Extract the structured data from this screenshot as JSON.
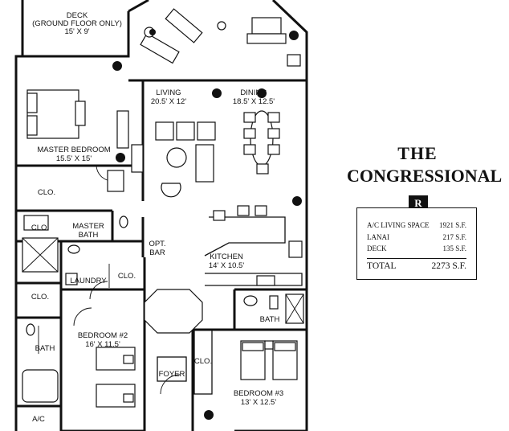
{
  "title_line1": "THE",
  "title_line2": "CONGRESSIONAL",
  "logo_letter": "R",
  "areas": [
    {
      "label": "A/C LIVING SPACE",
      "value": "1921 S.F."
    },
    {
      "label": "LANAI",
      "value": "217 S.F."
    },
    {
      "label": "DECK",
      "value": "135 S.F."
    }
  ],
  "total": {
    "label": "TOTAL",
    "value": "2273 S.F."
  },
  "rooms": {
    "deck": {
      "name": "DECK",
      "note": "(GROUND FLOOR ONLY)",
      "dims": "15' X 9'"
    },
    "living": {
      "name": "LIVING",
      "dims": "20.5' X 12'"
    },
    "dining": {
      "name": "DINING",
      "dims": "18.5' X 12.5'"
    },
    "master_bedroom": {
      "name": "MASTER BEDROOM",
      "dims": "15.5' X 15'"
    },
    "clo_master": "CLO.",
    "clo_bath": "CLO.",
    "master_bath": {
      "line1": "MASTER",
      "line2": "BATH"
    },
    "opt_bar": {
      "line1": "OPT.",
      "line2": "BAR"
    },
    "kitchen": {
      "name": "KITCHEN",
      "dims": "14' X 10.5'"
    },
    "laundry": "LAUNDRY",
    "clo_laundry": "CLO.",
    "clo_left": "CLO.",
    "bath_right": "BATH",
    "bedroom2": {
      "name": "BEDROOM #2",
      "dims": "16' X 11.5'"
    },
    "bath_left": "BATH",
    "foyer": "FOYER",
    "clo_foyer": "CLO.",
    "bedroom3": {
      "name": "BEDROOM #3",
      "dims": "13' X 12.5'"
    },
    "ac": "A/C"
  }
}
